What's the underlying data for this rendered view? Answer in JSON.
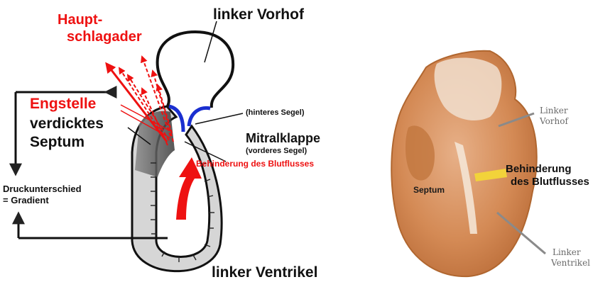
{
  "left_diagram": {
    "aorta_line1": "Haupt-",
    "aorta_line2": "schlagader",
    "left_atrium": "linker Vorhof",
    "narrowing": "Engstelle",
    "thickened_line1": "verdicktes",
    "thickened_line2": "Septum",
    "posterior_leaflet": "(hinteres Segel)",
    "mitral_valve": "Mitralklappe",
    "anterior_leaflet": "(vorderes Segel)",
    "obstruction": "Behinderung des Blutflusses",
    "pressure_line1": "Druckunterschied",
    "pressure_line2": "= Gradient",
    "left_ventricle": "linker Ventrikel"
  },
  "right_photo": {
    "atrium_line1": "Linker",
    "atrium_line2": "Vorhof",
    "obstruction_line1": "Behinderung",
    "obstruction_line2": "des Blutflusses",
    "septum": "Septum",
    "ventricle_line1": "Linker",
    "ventricle_line2": "Ventrikel"
  },
  "colors": {
    "accent_red": "#ee1111",
    "valve_blue": "#1a2fd0",
    "wall_gray": "#d6d6d6",
    "tissue": "#d9905a"
  }
}
